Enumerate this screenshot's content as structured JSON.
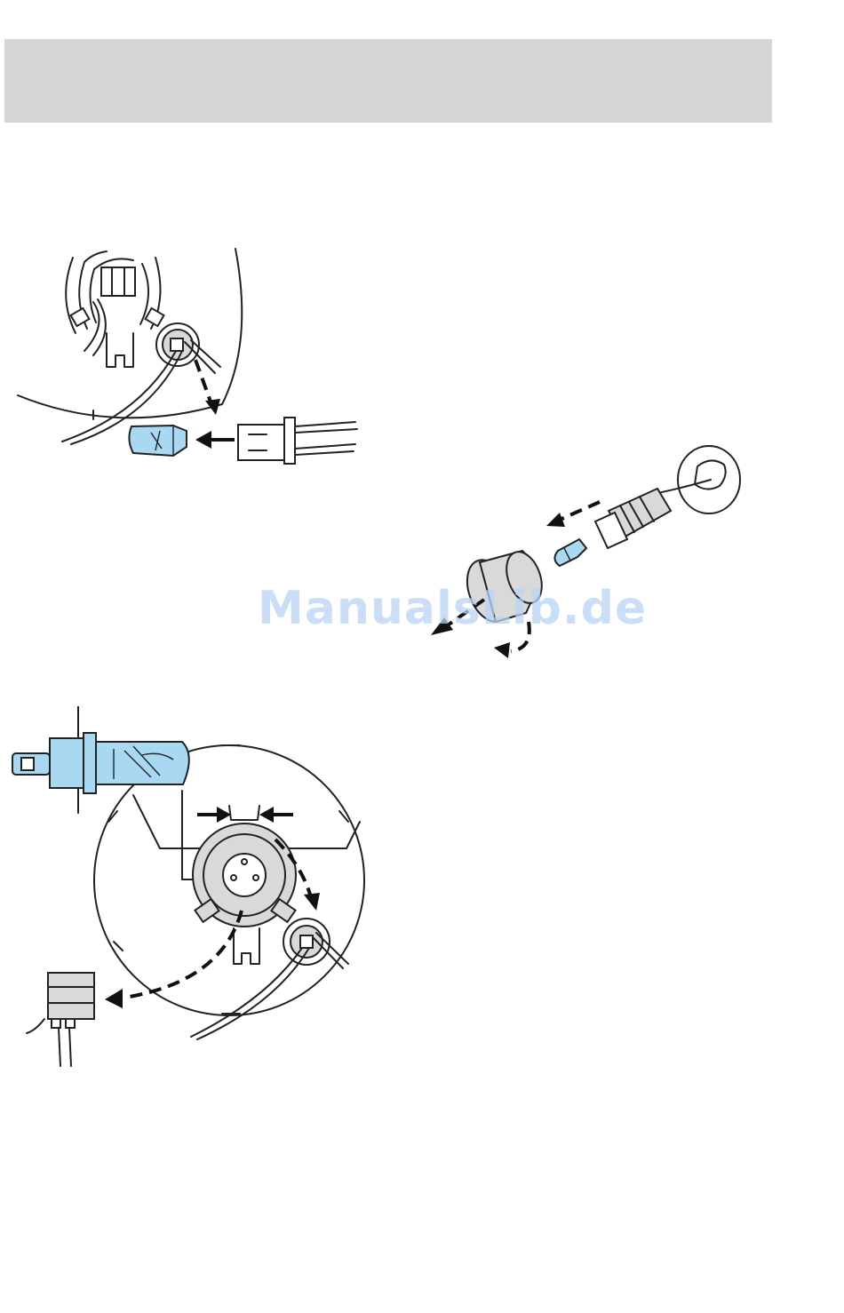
{
  "watermark": {
    "text": "ManualsLib.de"
  },
  "colors": {
    "header_band": "#d6d6d6",
    "bulb_blue": "#a9d8f2",
    "watermark": "#b9d4f5"
  },
  "figures": [
    {
      "name": "side-marker-bulb-removal",
      "icon": "wedge-bulb-illustration"
    },
    {
      "name": "courtesy-lamp-bulb-removal",
      "icon": "socket-bulb-illustration"
    },
    {
      "name": "headlamp-bulb-removal",
      "icon": "halogen-bulb-illustration"
    }
  ]
}
